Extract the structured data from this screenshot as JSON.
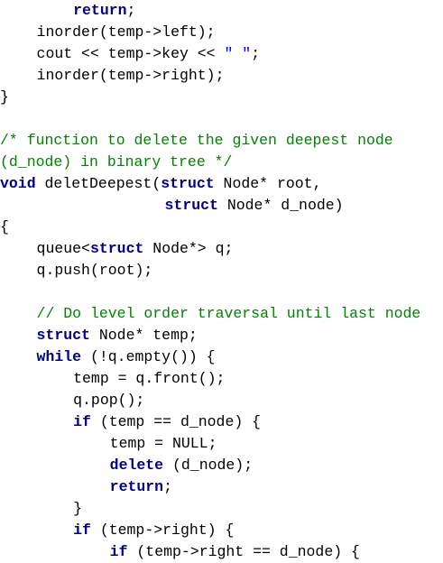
{
  "document": {
    "language": "cpp",
    "colors": {
      "keyword": "#00008b",
      "comment": "#008200",
      "string": "#0000ff",
      "plain": "#000000",
      "background": "#ffffff"
    },
    "lines": [
      {
        "indent": 8,
        "tokens": [
          {
            "t": "kw",
            "v": "return"
          },
          {
            "t": "pl",
            "v": ";"
          }
        ]
      },
      {
        "indent": 4,
        "tokens": [
          {
            "t": "pl",
            "v": "inorder(temp->left);"
          }
        ]
      },
      {
        "indent": 4,
        "tokens": [
          {
            "t": "pl",
            "v": "cout << temp->key << "
          },
          {
            "t": "str",
            "v": "\" \""
          },
          {
            "t": "pl",
            "v": ";"
          }
        ]
      },
      {
        "indent": 4,
        "tokens": [
          {
            "t": "pl",
            "v": "inorder(temp->right);"
          }
        ]
      },
      {
        "indent": 0,
        "tokens": [
          {
            "t": "pl",
            "v": "}"
          }
        ]
      },
      {
        "indent": 0,
        "tokens": []
      },
      {
        "indent": 0,
        "tokens": [
          {
            "t": "cm",
            "v": "/* function to delete the given deepest node"
          }
        ]
      },
      {
        "indent": 0,
        "tokens": [
          {
            "t": "cm",
            "v": "(d_node) in binary tree */"
          }
        ]
      },
      {
        "indent": 0,
        "tokens": [
          {
            "t": "kw",
            "v": "void"
          },
          {
            "t": "pl",
            "v": " deletDeepest("
          },
          {
            "t": "kw",
            "v": "struct"
          },
          {
            "t": "pl",
            "v": " Node* root,"
          }
        ]
      },
      {
        "indent": 18,
        "tokens": [
          {
            "t": "kw",
            "v": "struct"
          },
          {
            "t": "pl",
            "v": " Node* d_node)"
          }
        ]
      },
      {
        "indent": 0,
        "tokens": [
          {
            "t": "pl",
            "v": "{"
          }
        ]
      },
      {
        "indent": 4,
        "tokens": [
          {
            "t": "pl",
            "v": "queue<"
          },
          {
            "t": "kw",
            "v": "struct"
          },
          {
            "t": "pl",
            "v": " Node*> q;"
          }
        ]
      },
      {
        "indent": 4,
        "tokens": [
          {
            "t": "pl",
            "v": "q.push(root);"
          }
        ]
      },
      {
        "indent": 0,
        "tokens": []
      },
      {
        "indent": 4,
        "tokens": [
          {
            "t": "cm",
            "v": "// Do level order traversal until last node"
          }
        ]
      },
      {
        "indent": 4,
        "tokens": [
          {
            "t": "kw",
            "v": "struct"
          },
          {
            "t": "pl",
            "v": " Node* temp;"
          }
        ]
      },
      {
        "indent": 4,
        "tokens": [
          {
            "t": "kw",
            "v": "while"
          },
          {
            "t": "pl",
            "v": " (!q.empty()) {"
          }
        ]
      },
      {
        "indent": 8,
        "tokens": [
          {
            "t": "pl",
            "v": "temp = q.front();"
          }
        ]
      },
      {
        "indent": 8,
        "tokens": [
          {
            "t": "pl",
            "v": "q.pop();"
          }
        ]
      },
      {
        "indent": 8,
        "tokens": [
          {
            "t": "kw",
            "v": "if"
          },
          {
            "t": "pl",
            "v": " (temp == d_node) {"
          }
        ]
      },
      {
        "indent": 12,
        "tokens": [
          {
            "t": "pl",
            "v": "temp = NULL;"
          }
        ]
      },
      {
        "indent": 12,
        "tokens": [
          {
            "t": "kw",
            "v": "delete"
          },
          {
            "t": "pl",
            "v": " (d_node);"
          }
        ]
      },
      {
        "indent": 12,
        "tokens": [
          {
            "t": "kw",
            "v": "return"
          },
          {
            "t": "pl",
            "v": ";"
          }
        ]
      },
      {
        "indent": 8,
        "tokens": [
          {
            "t": "pl",
            "v": "}"
          }
        ]
      },
      {
        "indent": 8,
        "tokens": [
          {
            "t": "kw",
            "v": "if"
          },
          {
            "t": "pl",
            "v": " (temp->right) {"
          }
        ]
      },
      {
        "indent": 12,
        "tokens": [
          {
            "t": "kw",
            "v": "if"
          },
          {
            "t": "pl",
            "v": " (temp->right == d_node) {"
          }
        ]
      }
    ]
  }
}
